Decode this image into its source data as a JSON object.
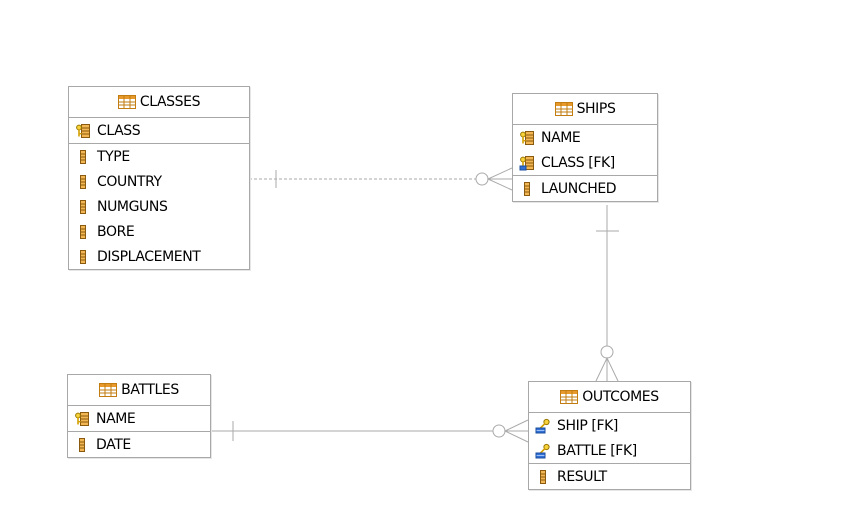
{
  "entities": {
    "classes": {
      "name": "CLASSES",
      "pk": [
        {
          "label": "CLASS",
          "icon": "primary-key-icon"
        }
      ],
      "columns": [
        {
          "label": "TYPE",
          "icon": "column-icon"
        },
        {
          "label": "COUNTRY",
          "icon": "column-icon"
        },
        {
          "label": "NUMGUNS",
          "icon": "column-icon"
        },
        {
          "label": "BORE",
          "icon": "column-icon"
        },
        {
          "label": "DISPLACEMENT",
          "icon": "column-icon"
        }
      ]
    },
    "ships": {
      "name": "SHIPS",
      "pk": [
        {
          "label": "NAME",
          "icon": "primary-key-icon"
        },
        {
          "label": "CLASS [FK]",
          "icon": "primary-foreign-key-icon"
        }
      ],
      "columns": [
        {
          "label": "LAUNCHED",
          "icon": "column-icon"
        }
      ]
    },
    "battles": {
      "name": "BATTLES",
      "pk": [
        {
          "label": "NAME",
          "icon": "primary-key-icon"
        }
      ],
      "columns": [
        {
          "label": "DATE",
          "icon": "column-icon"
        }
      ]
    },
    "outcomes": {
      "name": "OUTCOMES",
      "pk": [
        {
          "label": "SHIP [FK]",
          "icon": "foreign-key-icon"
        },
        {
          "label": "BATTLE [FK]",
          "icon": "foreign-key-icon"
        }
      ],
      "columns": [
        {
          "label": "RESULT",
          "icon": "column-icon"
        }
      ]
    }
  },
  "relationships": [
    {
      "from": "CLASSES",
      "to": "SHIPS",
      "cardinality": "one-to-zero-or-many",
      "line": "dashed"
    },
    {
      "from": "SHIPS",
      "to": "OUTCOMES",
      "cardinality": "one-to-zero-or-many",
      "line": "solid"
    },
    {
      "from": "BATTLES",
      "to": "OUTCOMES",
      "cardinality": "one-to-zero-or-many",
      "line": "solid"
    }
  ],
  "colors": {
    "border": "#a8a8a8",
    "connector": "#aaaaaa",
    "background": "#ffffff"
  }
}
